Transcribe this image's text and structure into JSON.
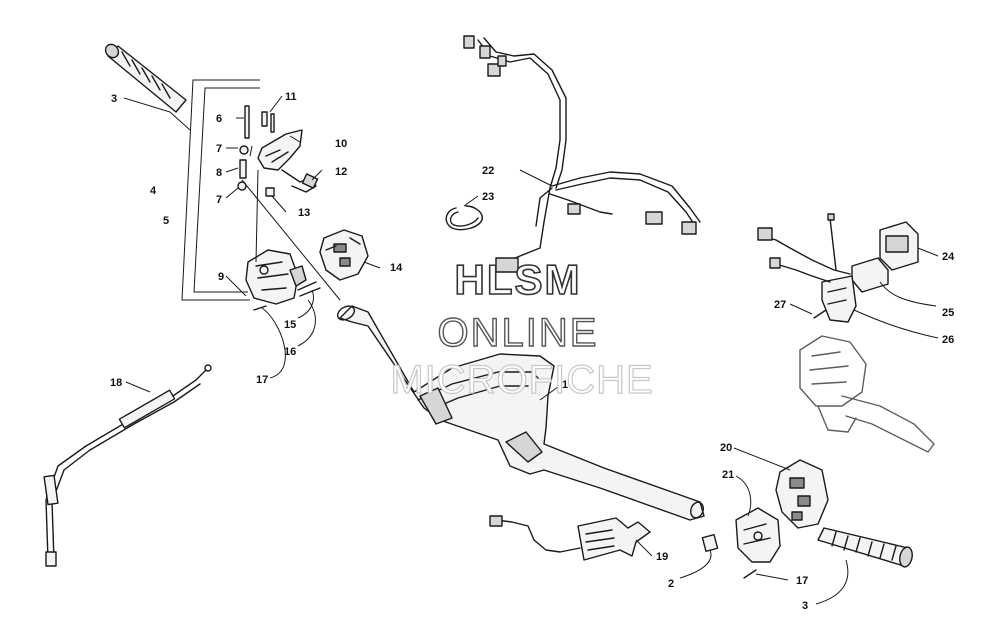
{
  "watermark": {
    "line1": "HLSM",
    "line2": "ONLINE",
    "line3": "MICROFICHE"
  },
  "callouts": [
    {
      "id": "1",
      "label": "1"
    },
    {
      "id": "2",
      "label": "2"
    },
    {
      "id": "3a",
      "label": "3"
    },
    {
      "id": "3b",
      "label": "3"
    },
    {
      "id": "4",
      "label": "4"
    },
    {
      "id": "5",
      "label": "5"
    },
    {
      "id": "6",
      "label": "6"
    },
    {
      "id": "7a",
      "label": "7"
    },
    {
      "id": "7b",
      "label": "7"
    },
    {
      "id": "8",
      "label": "8"
    },
    {
      "id": "9",
      "label": "9"
    },
    {
      "id": "10",
      "label": "10"
    },
    {
      "id": "11",
      "label": "11"
    },
    {
      "id": "12",
      "label": "12"
    },
    {
      "id": "13",
      "label": "13"
    },
    {
      "id": "14",
      "label": "14"
    },
    {
      "id": "15",
      "label": "15"
    },
    {
      "id": "16",
      "label": "16"
    },
    {
      "id": "17a",
      "label": "17"
    },
    {
      "id": "17b",
      "label": "17"
    },
    {
      "id": "18",
      "label": "18"
    },
    {
      "id": "19",
      "label": "19"
    },
    {
      "id": "20",
      "label": "20"
    },
    {
      "id": "21",
      "label": "21"
    },
    {
      "id": "22",
      "label": "22"
    },
    {
      "id": "23",
      "label": "23"
    },
    {
      "id": "24",
      "label": "24"
    },
    {
      "id": "25",
      "label": "25"
    },
    {
      "id": "26",
      "label": "26"
    },
    {
      "id": "27",
      "label": "27"
    }
  ]
}
